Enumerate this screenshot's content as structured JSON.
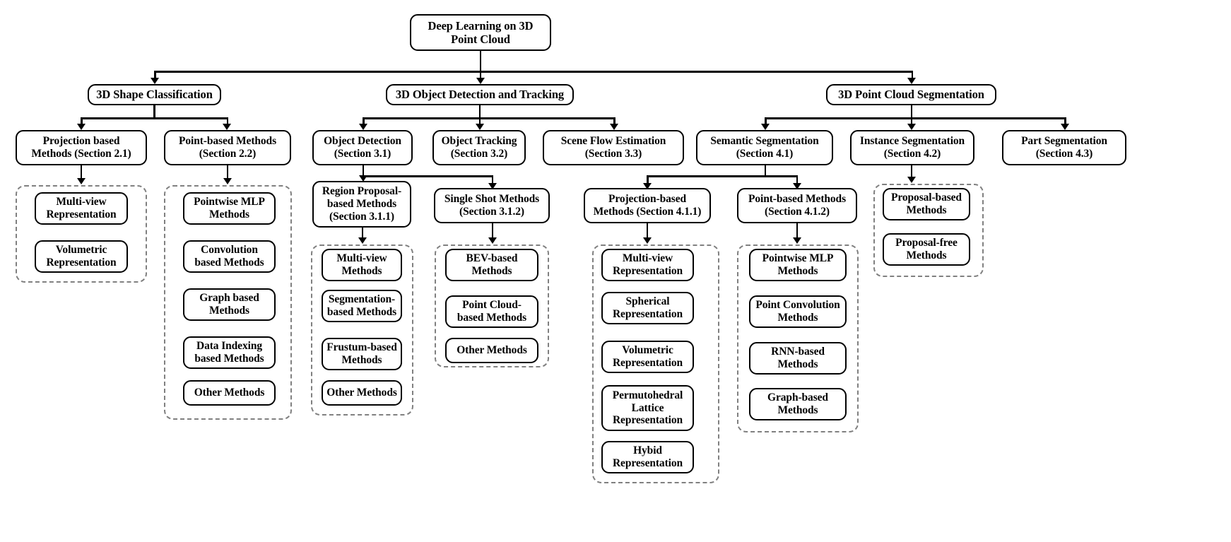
{
  "diagram": {
    "title": "Deep Learning on 3D Point Cloud taxonomy",
    "root": {
      "label": "Deep Learning on 3D\nPoint Cloud"
    },
    "branches": [
      {
        "label": "3D Shape Classification",
        "children": [
          {
            "label": "Projection based\nMethods (Section 2.1)",
            "group": [
              {
                "label": "Multi-view\nRepresentation"
              },
              {
                "label": "Volumetric\nRepresentation"
              }
            ]
          },
          {
            "label": "Point-based Methods\n(Section 2.2)",
            "group": [
              {
                "label": "Pointwise MLP\nMethods"
              },
              {
                "label": "Convolution\nbased Methods"
              },
              {
                "label": "Graph based\nMethods"
              },
              {
                "label": "Data Indexing\nbased Methods"
              },
              {
                "label": "Other Methods"
              }
            ]
          }
        ]
      },
      {
        "label": "3D Object Detection and Tracking",
        "children": [
          {
            "label": "Object Detection\n(Section 3.1)",
            "children": [
              {
                "label": "Region Proposal-\nbased Methods\n(Section 3.1.1)",
                "group": [
                  {
                    "label": "Multi-view\nMethods"
                  },
                  {
                    "label": "Segmentation-\nbased Methods"
                  },
                  {
                    "label": "Frustum-based\nMethods"
                  },
                  {
                    "label": "Other Methods"
                  }
                ]
              },
              {
                "label": "Single Shot Methods\n(Section 3.1.2)",
                "group": [
                  {
                    "label": "BEV-based\nMethods"
                  },
                  {
                    "label": "Point Cloud-\nbased Methods"
                  },
                  {
                    "label": "Other Methods"
                  }
                ]
              }
            ]
          },
          {
            "label": "Object Tracking\n(Section 3.2)"
          },
          {
            "label": "Scene Flow Estimation\n(Section 3.3)"
          }
        ]
      },
      {
        "label": "3D Point Cloud Segmentation",
        "children": [
          {
            "label": "Semantic Segmentation\n(Section 4.1)",
            "children": [
              {
                "label": "Projection-based\nMethods (Section 4.1.1)",
                "group": [
                  {
                    "label": "Multi-view\nRepresentation"
                  },
                  {
                    "label": "Spherical\nRepresentation"
                  },
                  {
                    "label": "Volumetric\nRepresentation"
                  },
                  {
                    "label": "Permutohedral\nLattice\nRepresentation"
                  },
                  {
                    "label": "Hybid\nRepresentation"
                  }
                ]
              },
              {
                "label": "Point-based Methods\n(Section 4.1.2)",
                "group": [
                  {
                    "label": "Pointwise MLP\nMethods"
                  },
                  {
                    "label": "Point Convolution\nMethods"
                  },
                  {
                    "label": "RNN-based\nMethods"
                  },
                  {
                    "label": "Graph-based\nMethods"
                  }
                ]
              }
            ]
          },
          {
            "label": "Instance Segmentation\n(Section 4.2)",
            "group": [
              {
                "label": "Proposal-based\nMethods"
              },
              {
                "label": "Proposal-free\nMethods"
              }
            ]
          },
          {
            "label": "Part Segmentation\n(Section 4.3)"
          }
        ]
      }
    ]
  },
  "nodes": {
    "root": "Deep Learning on 3D\nPoint Cloud",
    "b1": "3D Shape Classification",
    "b2": "3D Object Detection and Tracking",
    "b3": "3D Point Cloud Segmentation",
    "c1_1": "Projection based\nMethods (Section 2.1)",
    "c1_2": "Point-based Methods\n(Section 2.2)",
    "c2_1": "Object Detection\n(Section 3.1)",
    "c2_2": "Object Tracking\n(Section 3.2)",
    "c2_3": "Scene Flow Estimation\n(Section 3.3)",
    "c3_1": "Semantic Segmentation\n(Section 4.1)",
    "c3_2": "Instance Segmentation\n(Section 4.2)",
    "c3_3": "Part Segmentation\n(Section 4.3)",
    "d2_1": "Region Proposal-\nbased Methods\n(Section 3.1.1)",
    "d2_2": "Single Shot Methods\n(Section 3.1.2)",
    "d3_1": "Projection-based\nMethods (Section 4.1.1)",
    "d3_2": "Point-based Methods\n(Section 4.1.2)",
    "g1_1_a": "Multi-view\nRepresentation",
    "g1_1_b": "Volumetric\nRepresentation",
    "g1_2_a": "Pointwise MLP\nMethods",
    "g1_2_b": "Convolution\nbased Methods",
    "g1_2_c": "Graph based\nMethods",
    "g1_2_d": "Data Indexing\nbased Methods",
    "g1_2_e": "Other Methods",
    "g2_1_a": "Multi-view\nMethods",
    "g2_1_b": "Segmentation-\nbased Methods",
    "g2_1_c": "Frustum-based\nMethods",
    "g2_1_d": "Other Methods",
    "g2_2_a": "BEV-based\nMethods",
    "g2_2_b": "Point Cloud-\nbased Methods",
    "g2_2_c": "Other Methods",
    "g3_1_a": "Multi-view\nRepresentation",
    "g3_1_b": "Spherical\nRepresentation",
    "g3_1_c": "Volumetric\nRepresentation",
    "g3_1_d": "Permutohedral\nLattice\nRepresentation",
    "g3_1_e": "Hybid\nRepresentation",
    "g3_2_a": "Pointwise MLP\nMethods",
    "g3_2_b": "Point Convolution\nMethods",
    "g3_2_c": "RNN-based\nMethods",
    "g3_2_d": "Graph-based\nMethods",
    "g3_3_a": "Proposal-based\nMethods",
    "g3_3_b": "Proposal-free\nMethods"
  },
  "colors": {
    "node_border": "#000000",
    "group_border": "#808080",
    "connector": "#000000",
    "background": "#ffffff",
    "text": "#000000"
  }
}
